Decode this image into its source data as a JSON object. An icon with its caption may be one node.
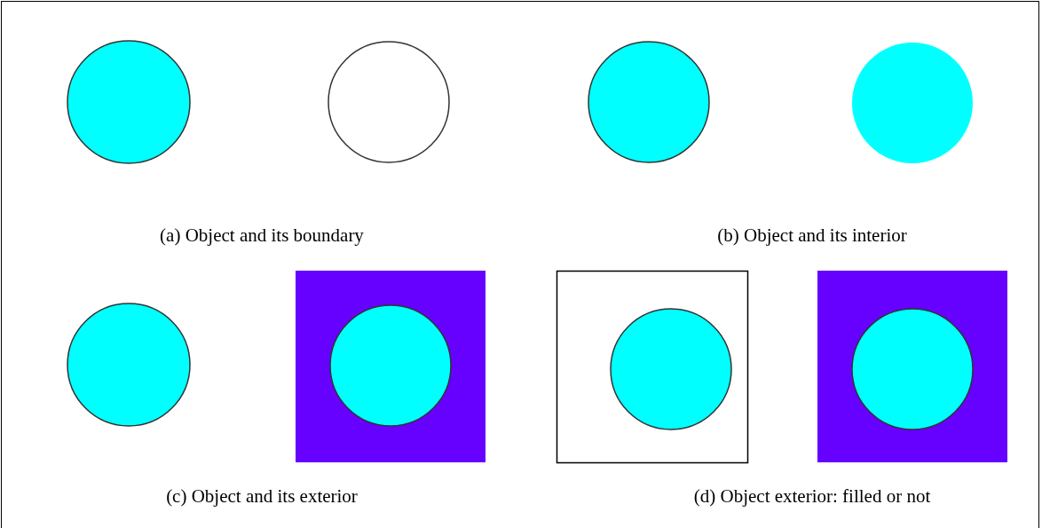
{
  "diagram": {
    "labels": [
      "(a) Object and its boundary",
      "(b) Object and its interior",
      "(c) Object and its exterior",
      "(d) Object exterior: filled or not"
    ]
  }
}
